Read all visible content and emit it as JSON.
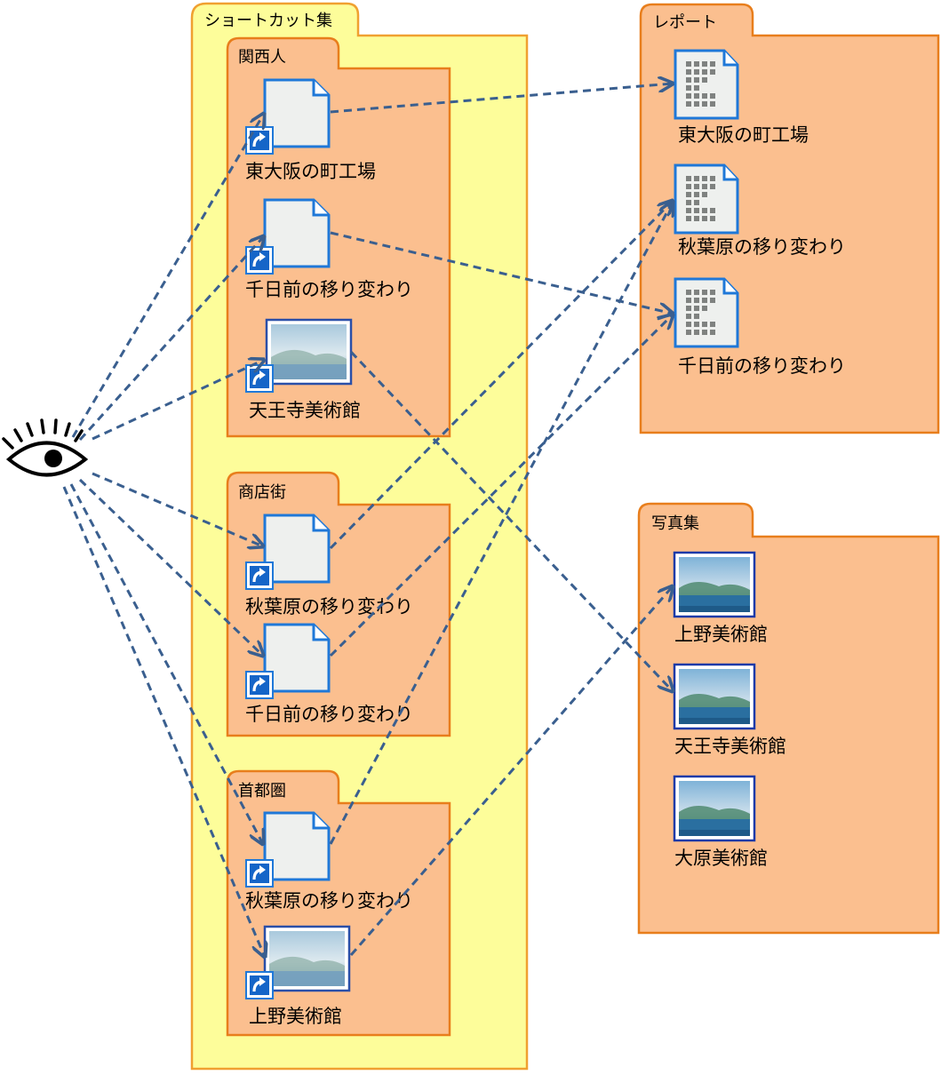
{
  "folders": {
    "shortcut_root": "ショートカット集",
    "kansai": {
      "label": "関西人",
      "items": [
        "東大阪の町工場",
        "千日前の移り変わり",
        "天王寺美術館"
      ]
    },
    "shotengai": {
      "label": "商店街",
      "items": [
        "秋葉原の移り変わり",
        "千日前の移り変わり"
      ]
    },
    "shutoken": {
      "label": "首都圏",
      "items": [
        "秋葉原の移り変わり",
        "上野美術館"
      ]
    },
    "report": {
      "label": "レポート",
      "items": [
        "東大阪の町工場",
        "秋葉原の移り変わり",
        "千日前の移り変わり"
      ]
    },
    "photos": {
      "label": "写真集",
      "items": [
        "上野美術館",
        "天王寺美術館",
        "大原美術館"
      ]
    }
  },
  "colors": {
    "shortcut_folder": "#fdfd9a",
    "subfolder": "#fbbf8f",
    "folder_border": "#e87e1c",
    "connector": "#3a5f8f",
    "icon_border": "#1f78d8"
  },
  "icons": {
    "viewer": "eye-icon",
    "shortcut_badge": "shortcut-arrow-icon",
    "document": "document-icon",
    "report": "report-document-icon",
    "photo": "photo-icon"
  }
}
